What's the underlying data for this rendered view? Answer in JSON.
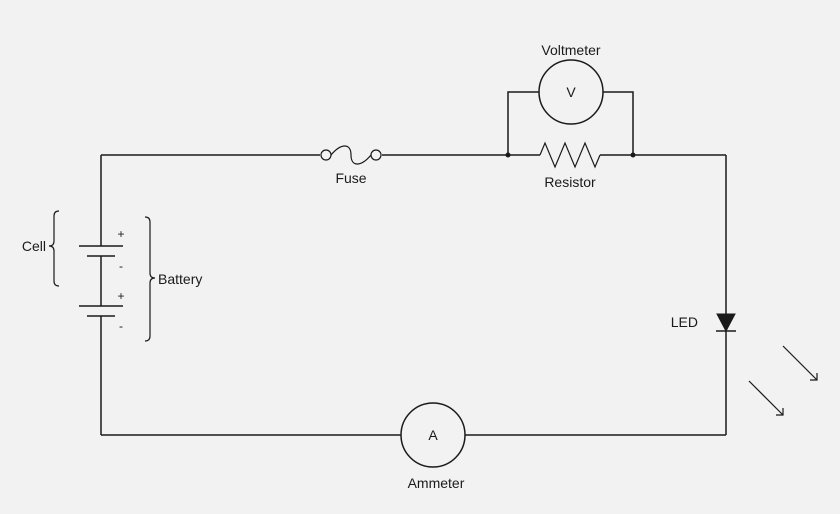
{
  "background": "#f2f2f2",
  "line_color": "#1a1a1a",
  "components": {
    "fuse": {
      "label": "Fuse"
    },
    "resistor": {
      "label": "Resistor"
    },
    "voltmeter": {
      "label": "Voltmeter",
      "symbol": "V"
    },
    "ammeter": {
      "label": "Ammeter",
      "symbol": "A"
    },
    "led": {
      "label": "LED"
    },
    "cell": {
      "label": "Cell"
    },
    "battery": {
      "label": "Battery",
      "plus": "+",
      "minus": "-"
    }
  }
}
